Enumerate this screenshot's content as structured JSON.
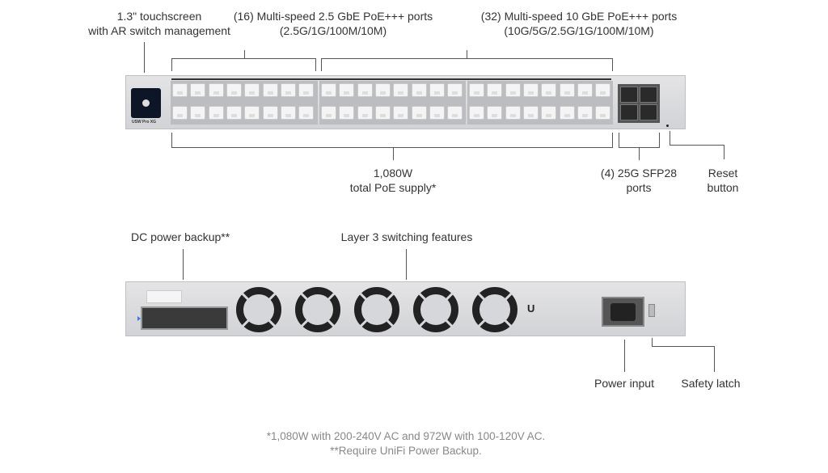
{
  "callouts": {
    "touchscreen": [
      "1.3\" touchscreen",
      "with AR switch management"
    ],
    "ports_25g": [
      "(16) Multi-speed 2.5 GbE PoE+++ ports",
      "(2.5G/1G/100M/10M)"
    ],
    "ports_10g": [
      "(32) Multi-speed 10 GbE PoE+++ ports",
      "(10G/5G/2.5G/1G/100M/10M)"
    ],
    "poe_supply": [
      "1,080W",
      "total PoE supply*"
    ],
    "sfp": [
      "(4) 25G SFP28",
      "ports"
    ],
    "reset": [
      "Reset",
      "button"
    ],
    "dc_backup": "DC power backup**",
    "layer3": "Layer 3 switching features",
    "power_input": "Power input",
    "safety_latch": "Safety latch"
  },
  "device": {
    "model_label": "USW Pro XG",
    "brand_mark": "U"
  },
  "footnotes": [
    "*1,080W with 200-240V AC and 972W with 100-120V AC.",
    "**Require UniFi Power Backup."
  ]
}
